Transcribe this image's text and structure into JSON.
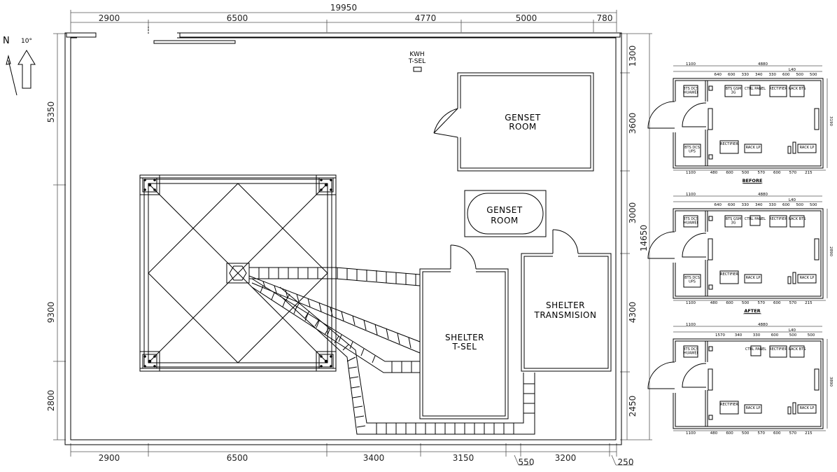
{
  "north": {
    "letter": "N",
    "angle": "10°"
  },
  "dims_top": {
    "total": "19950",
    "segments": [
      "2900",
      "6500",
      "4770",
      "5000",
      "780"
    ]
  },
  "dims_bottom": {
    "segments": [
      "2900",
      "6500",
      "3400",
      "3150",
      "550",
      "3200",
      "250"
    ]
  },
  "dims_left": {
    "segments": [
      "5350",
      "9300",
      "2800"
    ]
  },
  "dims_right": {
    "total": "14650",
    "segments": [
      "1300",
      "3600",
      "3000",
      "4300",
      "2450"
    ]
  },
  "labels": {
    "kwh_line1": "KWH",
    "kwh_line2": "T-SEL",
    "genset_room_1_line1": "GENSET",
    "genset_room_1_line2": "ROOM",
    "genset_room_2_line1": "GENSET",
    "genset_room_2_line2": "ROOM",
    "shelter_tsel_line1": "SHELTER",
    "shelter_tsel_line2": "T-SEL",
    "shelter_trans_line1": "SHELTER",
    "shelter_trans_line2": "TRANSMISION"
  },
  "shelter_plans": [
    {
      "caption": "BEFORE",
      "top_dims": [
        "1100",
        "4880",
        "L40"
      ],
      "top_sub": [
        "640",
        "600",
        "330",
        "340",
        "330",
        "600",
        "500",
        "500"
      ],
      "bottom_dims": [
        "1100",
        "480",
        "600",
        "500",
        "570",
        "600",
        "570",
        "215"
      ],
      "right_dim": "3190",
      "equipment": [
        "BTS DCS HUAWEI",
        "BTS GSM 3G",
        "CTRL PANEL",
        "RECTIFIER",
        "RACK BTS",
        "BTS DCS UPS",
        "RECTIFIER",
        "RACK LP",
        "RACK LP"
      ]
    },
    {
      "caption": "AFTER",
      "top_dims": [
        "1100",
        "4880",
        "L40"
      ],
      "top_sub": [
        "640",
        "600",
        "330",
        "340",
        "330",
        "600",
        "500",
        "500"
      ],
      "bottom_dims": [
        "1100",
        "480",
        "600",
        "500",
        "570",
        "600",
        "570",
        "215"
      ],
      "right_dim": "2890",
      "equipment": [
        "BTS DCS HUAWEI",
        "BTS GSM 3G",
        "CTRL PANEL",
        "RECTIFIER",
        "RACK BTS",
        "BTS DCS UPS",
        "RECTIFIER",
        "RACK LP",
        "RACK LP"
      ]
    },
    {
      "caption": "",
      "top_dims": [
        "1100",
        "4880",
        "L40"
      ],
      "top_sub": [
        "1570",
        "340",
        "330",
        "600",
        "500",
        "500"
      ],
      "bottom_dims": [
        "1100",
        "480",
        "600",
        "500",
        "570",
        "600",
        "570",
        "215"
      ],
      "right_dim": "3890",
      "equipment": [
        "BTS DCS HUAWEI",
        "CTRL PANEL",
        "RECTIFIER",
        "RACK BTS",
        "RECTIFIER",
        "RACK LP",
        "RACK LP"
      ]
    }
  ]
}
